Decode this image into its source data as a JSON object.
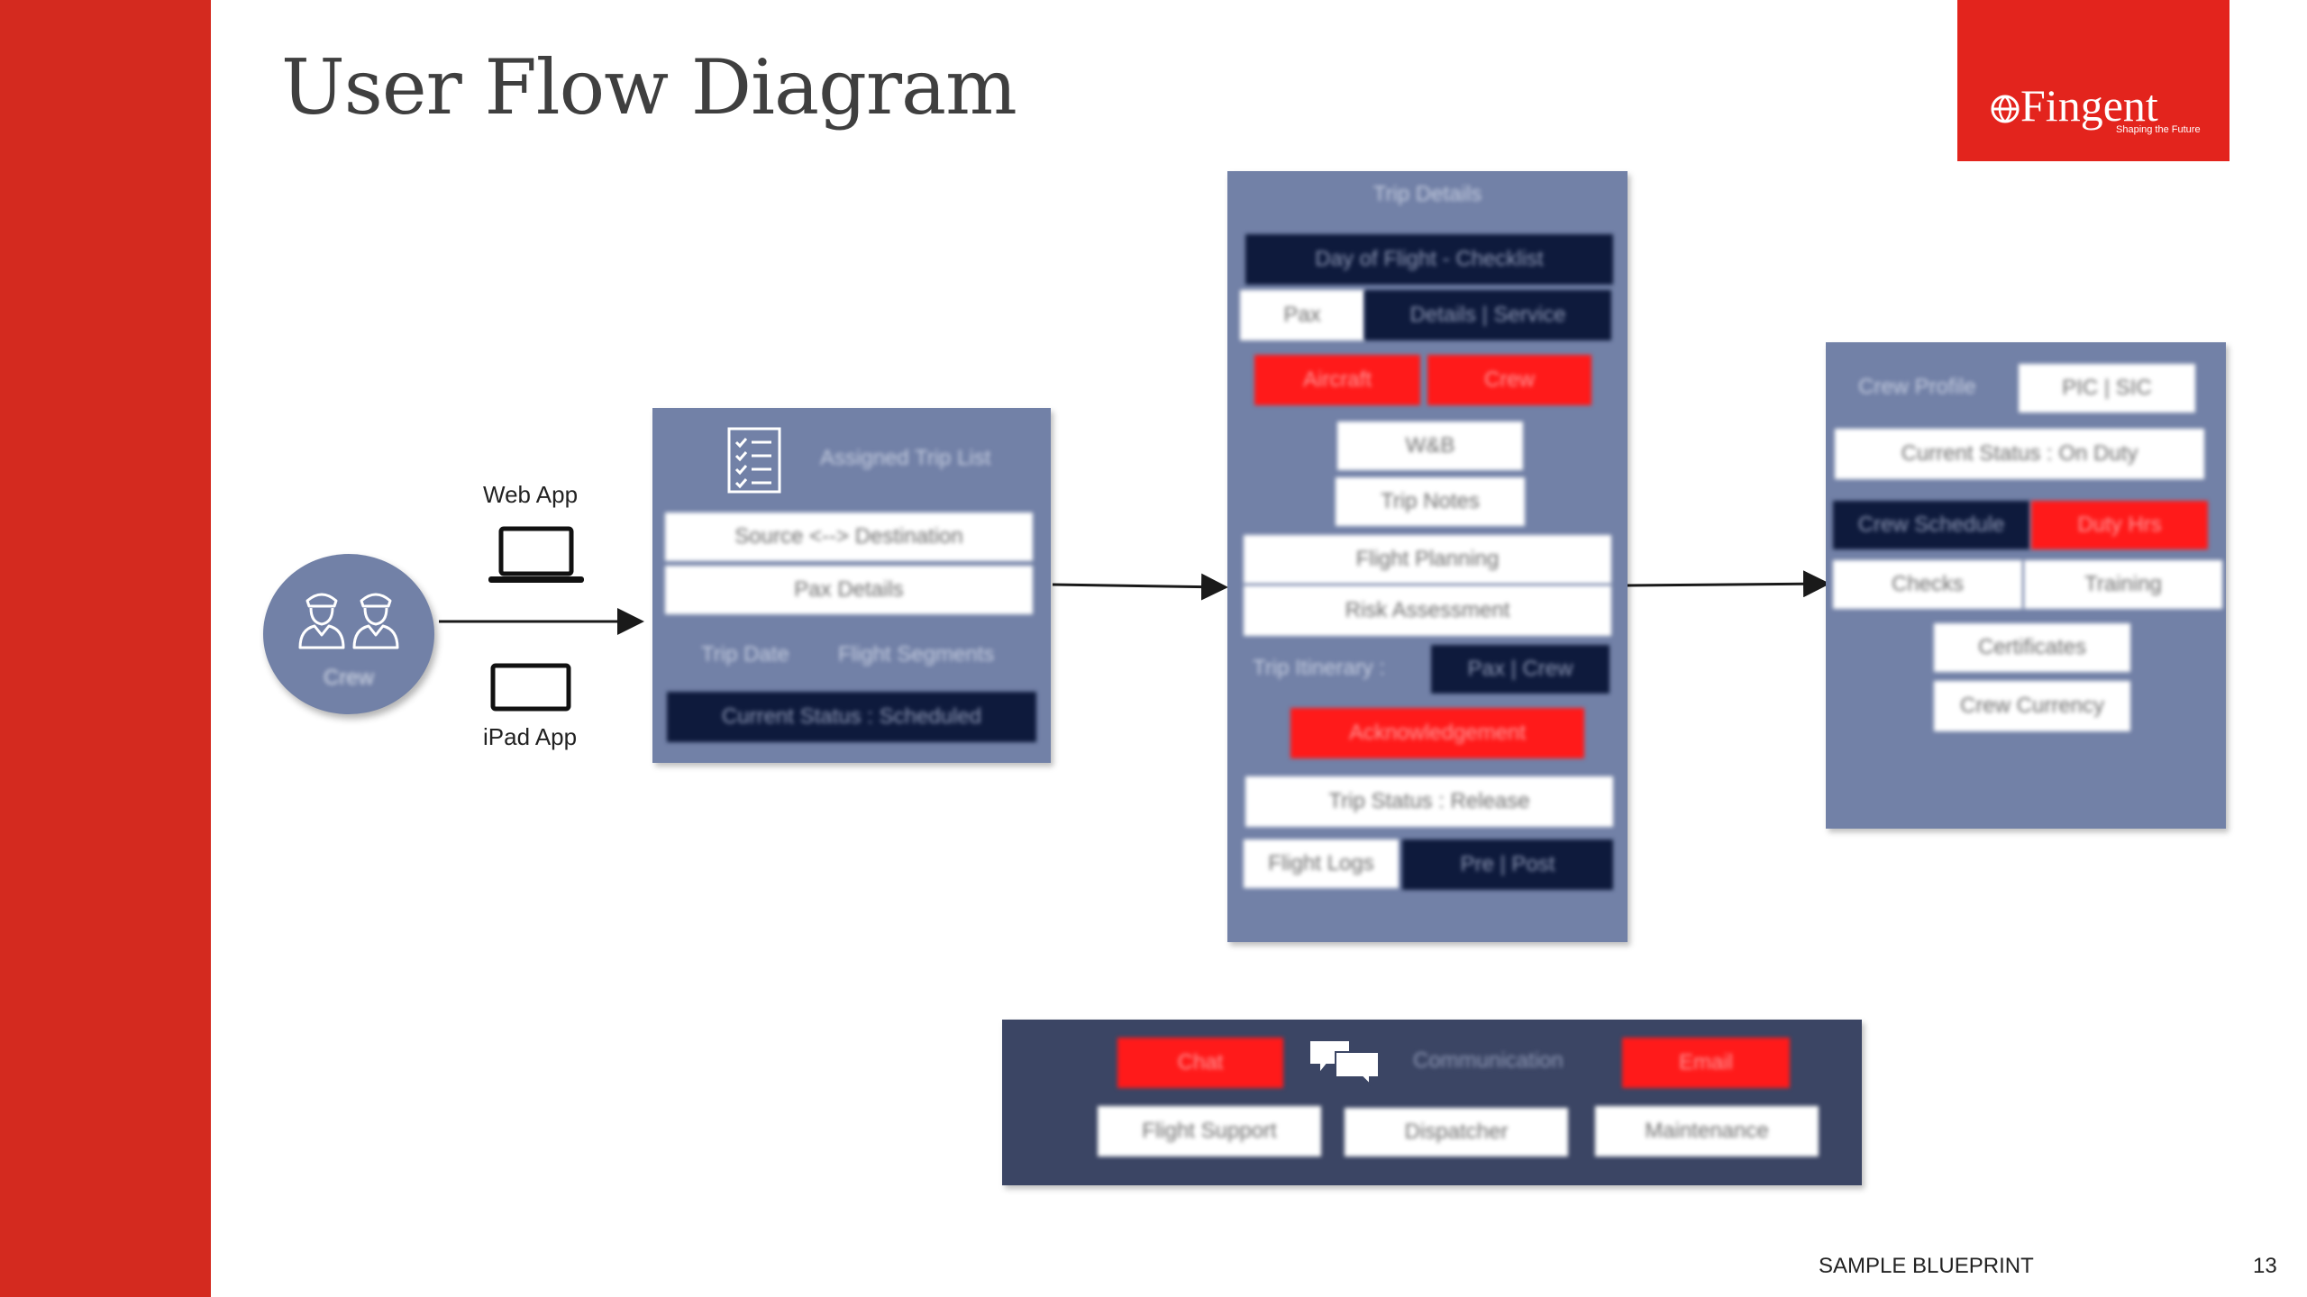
{
  "slide": {
    "title": "User Flow Diagram",
    "footer_label": "SAMPLE BLUEPRINT",
    "page_number": "13",
    "brand": {
      "name": "Fingent",
      "tagline": "Shaping the Future"
    }
  },
  "colors": {
    "sidebar": "#d42a1f",
    "panel": "#7281a7",
    "dark_panel": "#3b4564",
    "navy_chip": "#0e1a3c",
    "red_chip": "#ff1a1a"
  },
  "crew": {
    "label": "Crew",
    "icon": "pilots-icon"
  },
  "apps": {
    "web": "Web App",
    "ipad": "iPad App"
  },
  "trip_list": {
    "title": "Assigned Trip List",
    "icon": "checklist-icon",
    "source_destination": "Source <--> Destination",
    "pax_details": "Pax Details",
    "trip_date": "Trip Date",
    "flight_segments": "Flight Segments",
    "current_status": "Current Status : Scheduled"
  },
  "trip_details": {
    "title": "Trip Details",
    "day_of_flight": "Day of Flight - Checklist",
    "pax": "Pax",
    "details_service": "Details | Service",
    "aircraft": "Aircraft",
    "crew": "Crew",
    "wb": "W&B",
    "trip_notes": "Trip Notes",
    "flight_planning": "Flight Planning",
    "risk_assessment": "Risk Assessment",
    "trip_itinerary": "Trip Itinerary :",
    "pax_crew": "Pax | Crew",
    "acknowledgement": "Acknowledgement",
    "trip_status": "Trip Status : Release",
    "flight_logs": "Flight Logs",
    "pre_post": "Pre | Post"
  },
  "crew_profile": {
    "title": "Crew Profile",
    "pic_sic": "PIC | SIC",
    "current_status": "Current Status : On Duty",
    "crew_schedule": "Crew Schedule",
    "duty_hrs": "Duty Hrs",
    "checks": "Checks",
    "training": "Training",
    "certificates": "Certificates",
    "crew_currency": "Crew Currency"
  },
  "communication": {
    "title": "Communication",
    "icon": "chat-bubbles-icon",
    "chat": "Chat",
    "email": "Email",
    "flight_support": "Flight Support",
    "dispatcher": "Dispatcher",
    "maintenance": "Maintenance"
  }
}
